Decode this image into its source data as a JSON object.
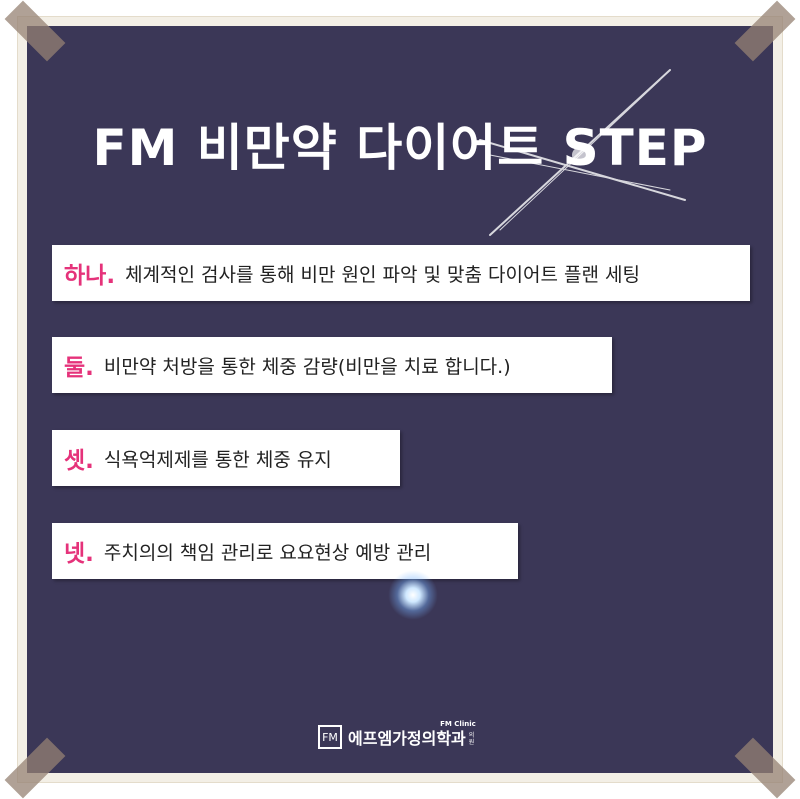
{
  "title": "FM 비만약 다이어트 STEP",
  "steps": [
    {
      "num": "하나.",
      "text": "체계적인 검사를 통해 비만 원인 파악 및 맞춤 다이어트 플랜 세팅"
    },
    {
      "num": "둘.",
      "text": "비만약 처방을 통한 체중 감량(비만을 치료 합니다.)"
    },
    {
      "num": "셋.",
      "text": "식욕억제제를 통한 체중 유지"
    },
    {
      "num": "넷.",
      "text": "주치의의 책임 관리로 요요현상 예방 관리"
    }
  ],
  "logo": {
    "mark": "FM",
    "name": "에프엠가정의학과",
    "sub": "FM Clinic",
    "tag": "의원"
  },
  "colors": {
    "panel": "#3b3757",
    "accent": "#e5327a"
  }
}
